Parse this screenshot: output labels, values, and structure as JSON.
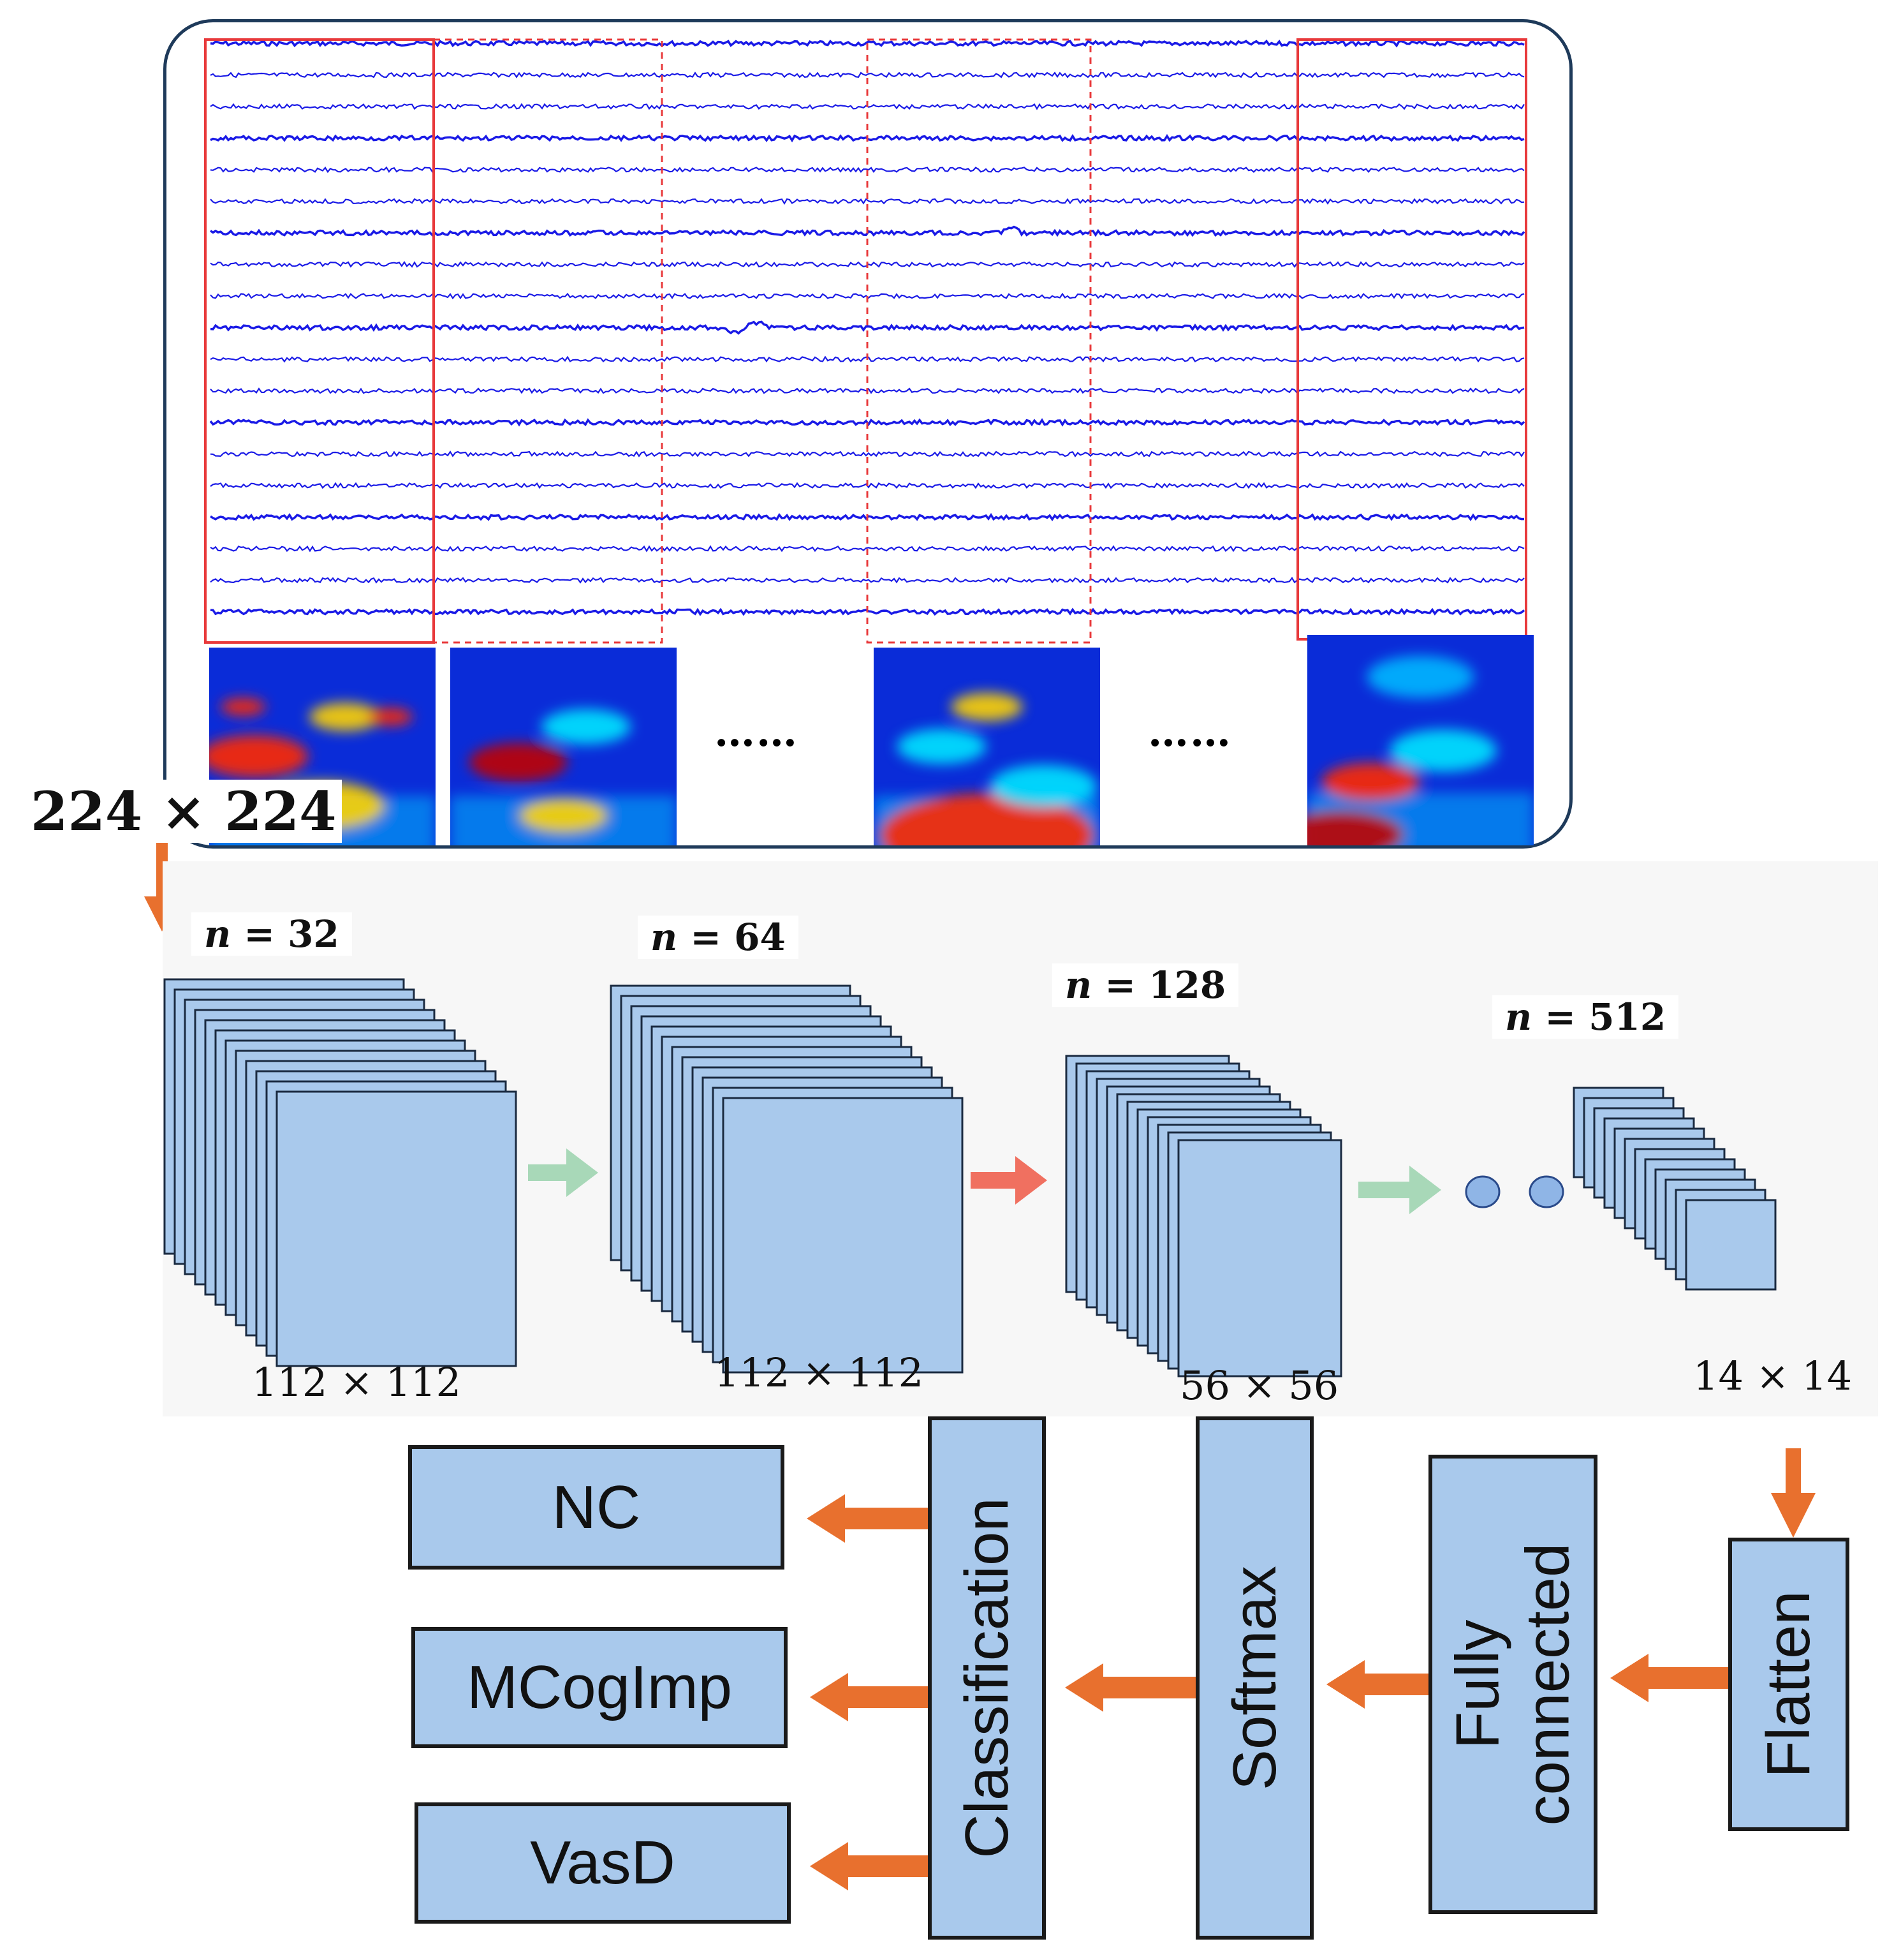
{
  "input": {
    "size_label": "224 × 224",
    "ellipsis_1": "……",
    "ellipsis_2": "……"
  },
  "cnn": {
    "blocks": [
      {
        "n_label": "n = 32",
        "n_var": "n",
        "n_value": "= 32",
        "size_label": "112 × 112"
      },
      {
        "n_label": "n = 64",
        "n_var": "n",
        "n_value": "= 64",
        "size_label": "112 × 112"
      },
      {
        "n_label": "n = 128",
        "n_var": "n",
        "n_value": "= 128",
        "size_label": "56 × 56"
      },
      {
        "n_label": "n = 512",
        "n_var": "n",
        "n_value": "= 512",
        "size_label": "14 × 14"
      }
    ]
  },
  "head": {
    "flatten": "Flatten",
    "fully_connected_line1": "Fully",
    "fully_connected_line2": "connected",
    "softmax": "Softmax",
    "classification": "Classification"
  },
  "outputs": [
    "NC",
    "MCogImp",
    "VasD"
  ],
  "colors": {
    "eeg_trace": "#1a1ae6",
    "segment_border": "#e8393b",
    "feature_map": "#a9c9ec",
    "arrow_orange": "#e8702e",
    "arrow_green": "#a8d8b8",
    "arrow_red": "#f07060",
    "panel_border": "#1e3a5a"
  }
}
